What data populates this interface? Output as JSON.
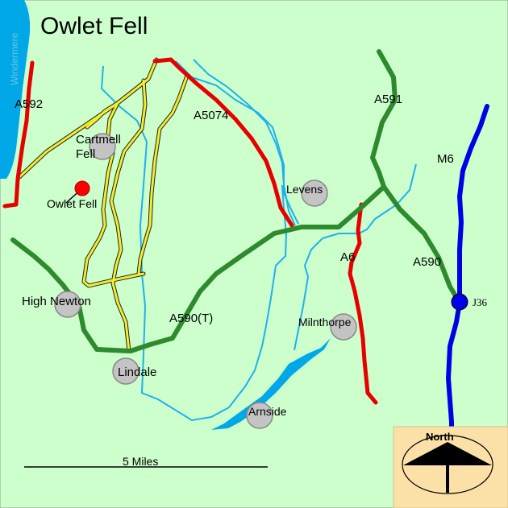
{
  "title": "Owlet Fell",
  "colors": {
    "land": "#ccffcc",
    "water": "#00a8e8",
    "river": "#1fb0ee",
    "motorway": "#0000e6",
    "primary_road": "#2d8a2d",
    "a_road": "#e60000",
    "minor_road": "#f2ee2e",
    "town": "#c4c4c4",
    "marker": "#ff0000",
    "compass_panel": "#fbe0a8"
  },
  "lake": {
    "name": "Windermere"
  },
  "roads": {
    "a592": "A592",
    "a5074": "A5074",
    "a591": "A591",
    "m6": "M6",
    "a6": "A6",
    "a590": "A590",
    "a590t": "A590(T)",
    "junction": "J36"
  },
  "places": {
    "cartmell_fell_line1": "Cartmell",
    "cartmell_fell_line2": "Fell",
    "owlet_fell": "Owlet Fell",
    "levens": "Levens",
    "high_newton": "High Newton",
    "milnthorpe": "Milnthorpe",
    "lindale": "Lindale",
    "arnside": "Arnside"
  },
  "scale": {
    "label": "5 Miles"
  },
  "compass": {
    "label": "North"
  }
}
